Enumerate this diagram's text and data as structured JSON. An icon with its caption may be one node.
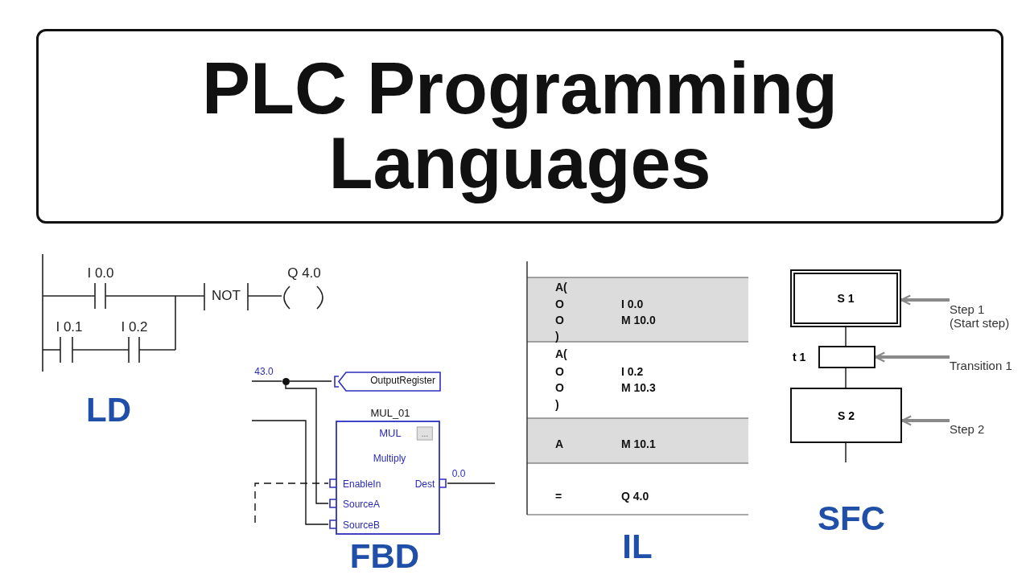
{
  "diagram": {
    "title": "PLC Programming Languages",
    "nodes": [
      {
        "text": [
          "S 1"
        ]
      },
      {
        "text": [],
        "shape": "box",
        "beside": [
          "t 1"
        ]
      },
      {
        "text": [
          "S 2"
        ]
      },
      {
        "text": [
          "Step 1 (Start step)"
        ]
      },
      {
        "text": [
          "Transition 1"
        ]
      },
      {
        "text": [
          "Step 2"
        ]
      },
      {
        "text": [
          "OutputRegister"
        ]
      },
      {
        "text": [
          "MUL_01",
          "MUL",
          "...",
          "Multiply",
          "EnableIn",
          "Dest",
          "SourceA",
          "SourceB"
        ]
      },
      {
        "text": [],
        "shape": "circle"
      }
    ],
    "edges": [
      {
        "from": 0,
        "to": 1,
        "arrow": "none"
      },
      {
        "from": 1,
        "to": 2,
        "arrow": "none"
      },
      {
        "from": 2,
        "to": null,
        "arrow": "none"
      },
      {
        "from": 3,
        "to": 0,
        "arrow": "to",
        "style": "thick",
        "color": "#8a8a8a"
      },
      {
        "from": 4,
        "to": 1,
        "arrow": "to",
        "style": "thick",
        "color": "#8a8a8a"
      },
      {
        "from": 5,
        "to": 2,
        "arrow": "to",
        "style": "thick",
        "color": "#8a8a8a"
      },
      {
        "from": null,
        "to": 8,
        "arrow": "none",
        "label": "43.0"
      },
      {
        "from": 8,
        "to": 6,
        "arrow": "none"
      },
      {
        "from": 8,
        "to": 7,
        "arrow": "none"
      },
      {
        "from": null,
        "to": 7,
        "arrow": "none"
      },
      {
        "from": null,
        "to": 7,
        "arrow": "none",
        "style": "dashed"
      },
      {
        "from": 7,
        "to": null,
        "arrow": "none",
        "label": "0.0"
      }
    ],
    "labels": [
      "I 0.0",
      "Q 4.0",
      "NOT",
      "I 0.1",
      "I 0.2",
      "LD",
      "A(",
      "O",
      "I 0.0",
      "O",
      "M 10.0",
      ")",
      "A(",
      "O",
      "I 0.2",
      "O",
      "M 10.3",
      ")",
      "A",
      "M 10.1",
      "=",
      "Q 4.0",
      "IL",
      "FBD",
      "SFC"
    ]
  }
}
